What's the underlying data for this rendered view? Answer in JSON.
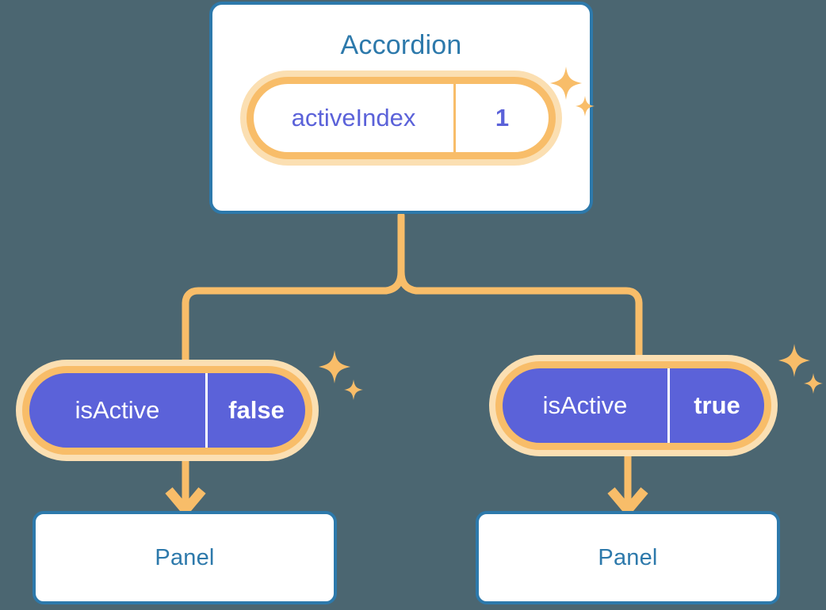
{
  "theme": {
    "background": "#4b6671",
    "card_border": "#2d79ab",
    "card_fill": "#ffffff",
    "title_text": "#2d79ab",
    "pill_ring": "#f8bd69",
    "pill_glow": "#fbdfb2",
    "pill_active_fill": "#5b62d9",
    "pill_inactive_fill": "#ffffff",
    "value_text_light": "#5b62d9",
    "value_text_dark": "#ffffff",
    "connector": "#f8bd69",
    "sparkle": "#f8bd69"
  },
  "accordion": {
    "title": "Accordion",
    "state": {
      "key": "activeIndex",
      "value": "1"
    },
    "sparkles_icon": "sparkles-icon"
  },
  "children": [
    {
      "id": "left",
      "state": {
        "key": "isActive",
        "value": "false"
      },
      "panel": {
        "title": "Panel"
      },
      "sparkles_icon": "sparkles-icon",
      "arrow_icon": "arrow-down-icon"
    },
    {
      "id": "right",
      "state": {
        "key": "isActive",
        "value": "true"
      },
      "panel": {
        "title": "Panel"
      },
      "sparkles_icon": "sparkles-icon",
      "arrow_icon": "arrow-down-icon"
    }
  ],
  "connector": {
    "name": "tree-connector",
    "from": "Accordion",
    "to": [
      "left isActive pill",
      "right isActive pill"
    ]
  }
}
